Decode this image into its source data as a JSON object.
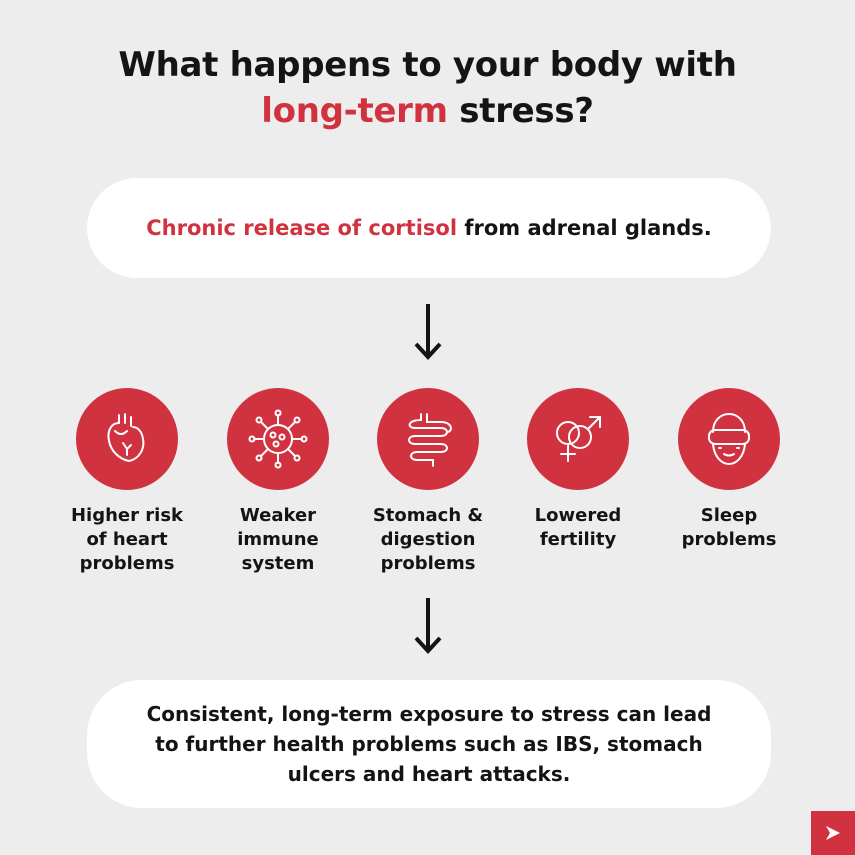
{
  "title": {
    "line1": "What happens to your body with",
    "highlight": "long-term",
    "line2_rest": " stress?"
  },
  "top_box": {
    "highlight": "Chronic release of cortisol",
    "rest": " from adrenal glands."
  },
  "effects": [
    {
      "label": "Higher risk\nof heart\nproblems",
      "icon": "heart-icon"
    },
    {
      "label": "Weaker\nimmune\nsystem",
      "icon": "virus-icon"
    },
    {
      "label": "Stomach &\ndigestion\nproblems",
      "icon": "intestine-icon"
    },
    {
      "label": "Lowered\nfertility",
      "icon": "gender-symbols-icon"
    },
    {
      "label": "Sleep\nproblems",
      "icon": "sleep-mask-icon"
    }
  ],
  "bottom_box": {
    "text": "Consistent, long-term exposure to stress can lead to further health problems such as IBS, stomach ulcers and heart attacks."
  },
  "colors": {
    "accent": "#d0333f",
    "background": "#ededed",
    "text": "#141414"
  }
}
